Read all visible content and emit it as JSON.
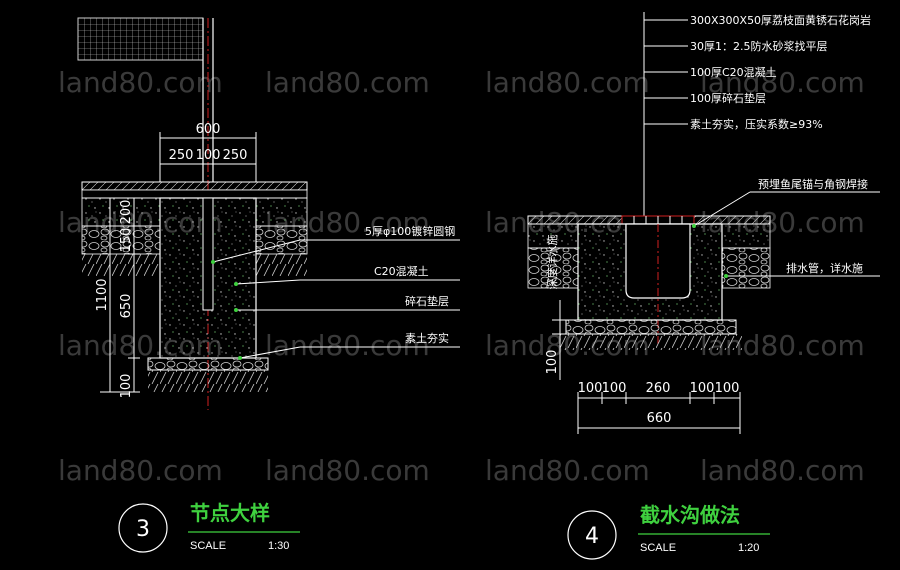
{
  "watermark": "land80.com",
  "detail_left": {
    "title": "节点大样",
    "number": "3",
    "scale_label": "SCALE",
    "scale_value": "1:30",
    "dims_top": {
      "total": "600",
      "a": "250",
      "b": "100",
      "c": "250"
    },
    "dims_left": {
      "d200": "200",
      "d150": "150",
      "d1100": "1100",
      "d650": "650",
      "d100": "100"
    },
    "notes": [
      "5厚φ100镀锌圆钢",
      "C20混凝土",
      "碎石垫层",
      "素土夯实"
    ]
  },
  "detail_right": {
    "title": "截水沟做法",
    "number": "4",
    "scale_label": "SCALE",
    "scale_value": "1:20",
    "notes_top": [
      "300X300X50厚荔枝面黄锈石花岗岩",
      "30厚1：2.5防水砂浆找平层",
      "100厚C20混凝土",
      "100厚碎石垫层",
      "素土夯实，压实系数≥93%"
    ],
    "notes_side": [
      "预埋鱼尾锚与角钢焊接",
      "排水管，详水施"
    ],
    "vertical_label": "深度详水施",
    "dims_left": {
      "d100": "100"
    },
    "dims_bottom": {
      "a": "100",
      "b": "100",
      "c": "260",
      "d": "100",
      "e": "100",
      "total": "660"
    }
  },
  "colors": {
    "line_white": "#ffffff",
    "green": "#3fd13f",
    "red": "#d02020",
    "watermark": "#3a3a3a"
  }
}
